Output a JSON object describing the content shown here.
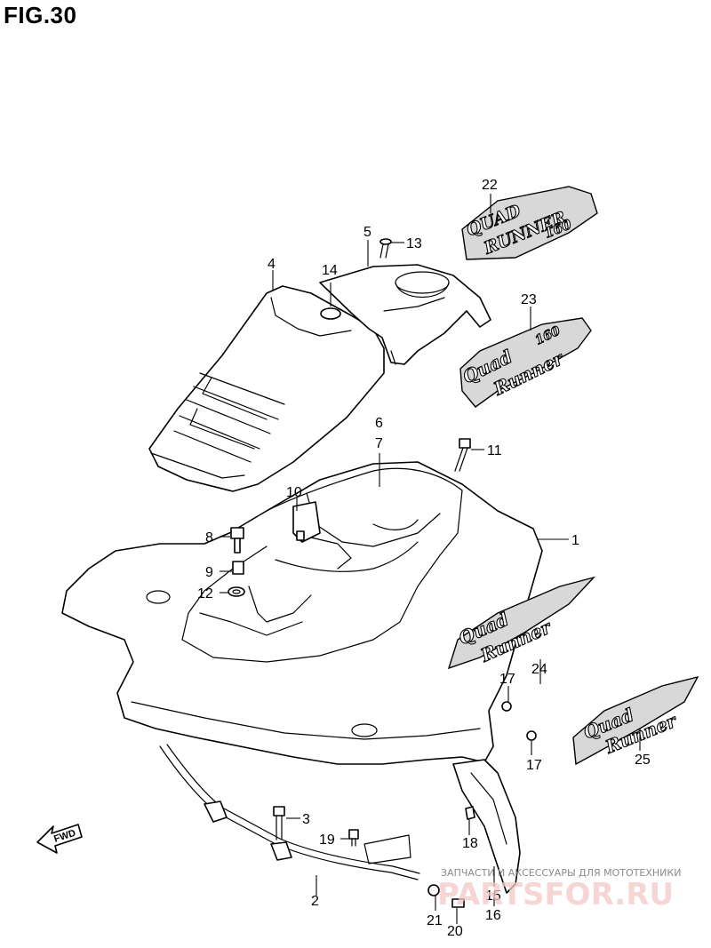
{
  "figure": {
    "title": "FIG.30"
  },
  "callouts": {
    "c1": "1",
    "c2": "2",
    "c3": "3",
    "c4": "4",
    "c5": "5",
    "c6": "6",
    "c7": "7",
    "c8": "8",
    "c9": "9",
    "c10": "10",
    "c11": "11",
    "c12": "12",
    "c13": "13",
    "c14": "14",
    "c15": "15",
    "c16": "16",
    "c17a": "17",
    "c17b": "17",
    "c18": "18",
    "c19": "19",
    "c20": "20",
    "c21": "21",
    "c22": "22",
    "c23": "23",
    "c24": "24",
    "c25": "25"
  },
  "direction_marker": {
    "label": "FWD",
    "icon": "fwd-arrow-icon"
  },
  "emblems": {
    "e22": {
      "line1": "QUAD",
      "line2": "RUNNER",
      "model": "160"
    },
    "e23": {
      "line1": "Quad",
      "line2": "Runner",
      "model": "160"
    },
    "e24": {
      "line1": "Quad",
      "line2": "Runner"
    },
    "e25": {
      "line1": "Quad",
      "line2": "Runner"
    }
  },
  "watermark": {
    "caption": "ЗАПЧАСТИ И АКСЕССУАРЫ ДЛЯ МОТОТЕХНИКИ",
    "logo_text": "PARTSFOR.RU"
  }
}
